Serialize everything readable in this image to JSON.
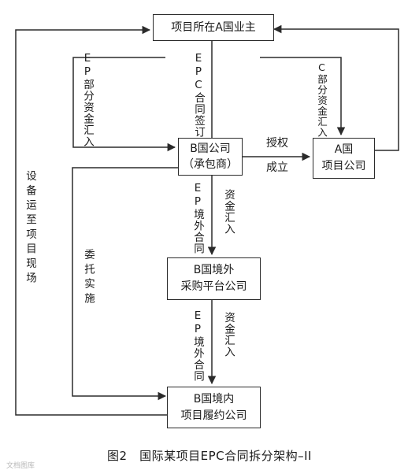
{
  "nodes": {
    "owner": "项目所在A国业主",
    "b_company_line1": "B国公司",
    "b_company_line2": "（承包商）",
    "a_company_line1": "A国",
    "a_company_line2": "项目公司",
    "overseas_platform_line1": "B国境外",
    "overseas_platform_line2": "采购平台公司",
    "domestic_company_line1": "B国境内",
    "domestic_company_line2": "项目履约公司"
  },
  "edges": {
    "ep_funds": "EP部分资金汇入",
    "epc_contract": "EPC合同签订",
    "c_funds": "C部分资金汇入",
    "authorize": "授权",
    "establish": "成立",
    "ep_overseas_contract_1": "EP境外合同",
    "funds_in_1": "资金汇入",
    "ep_overseas_contract_2": "EP境外合同",
    "funds_in_2": "资金汇入",
    "entrust": "委托实施",
    "equipment": "设备运至项目现场"
  },
  "caption": "图2　国际某项目EPC合同拆分架构–II",
  "watermark": "文档图库"
}
